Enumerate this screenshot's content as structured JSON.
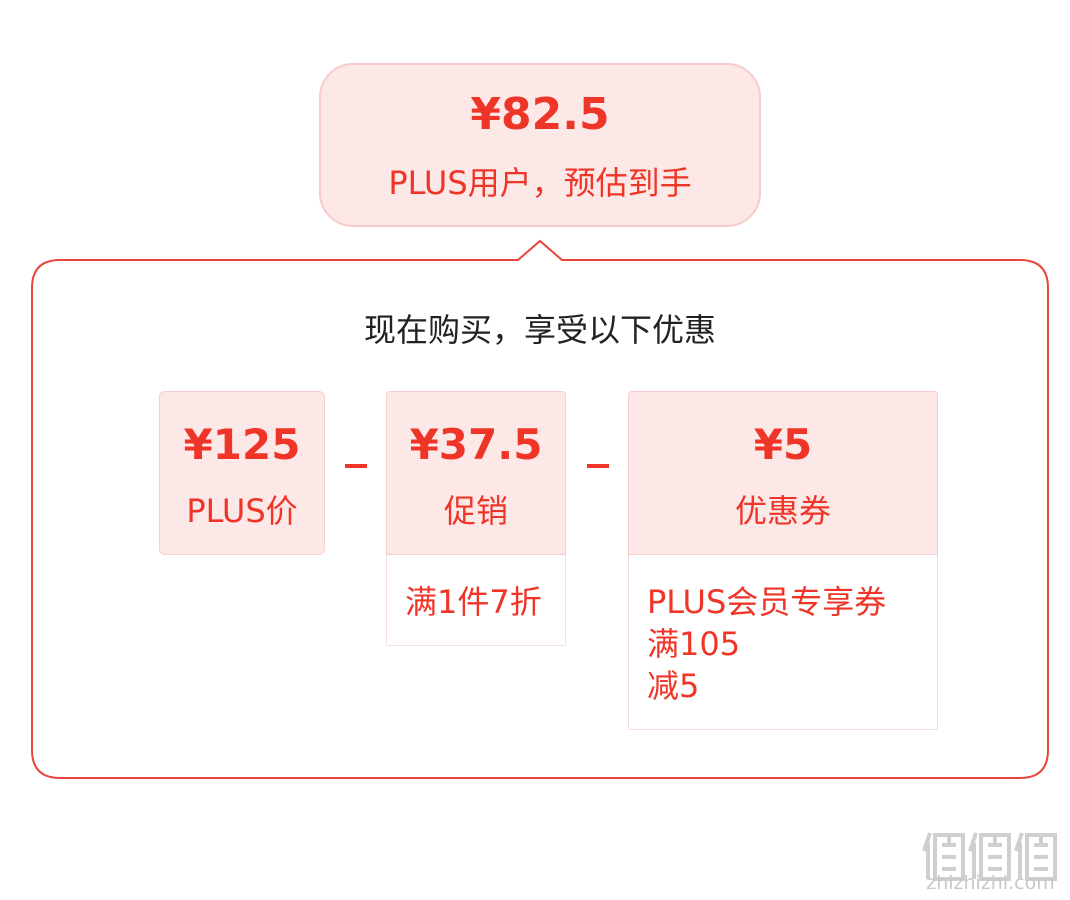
{
  "header": {
    "estimate_price": "¥82.5",
    "estimate_label": "PLUS用户，预估到手"
  },
  "main": {
    "headline": "现在购买，享受以下优惠",
    "plus_price": {
      "amount": "¥125",
      "label": "PLUS价"
    },
    "promotion": {
      "amount": "¥37.5",
      "label": "促销",
      "detail": "满1件7折"
    },
    "coupon": {
      "amount": "¥5",
      "label": "优惠券",
      "detail_lines": [
        "PLUS会员专享券",
        "满105",
        "减5"
      ]
    }
  },
  "watermark": {
    "text": "zhizhizhi.com",
    "logo_icon": "zhi-logo-icon"
  },
  "colors": {
    "accent": "#ee3527",
    "bubble_bg": "#fde8e8",
    "outline": "#e8463c"
  }
}
